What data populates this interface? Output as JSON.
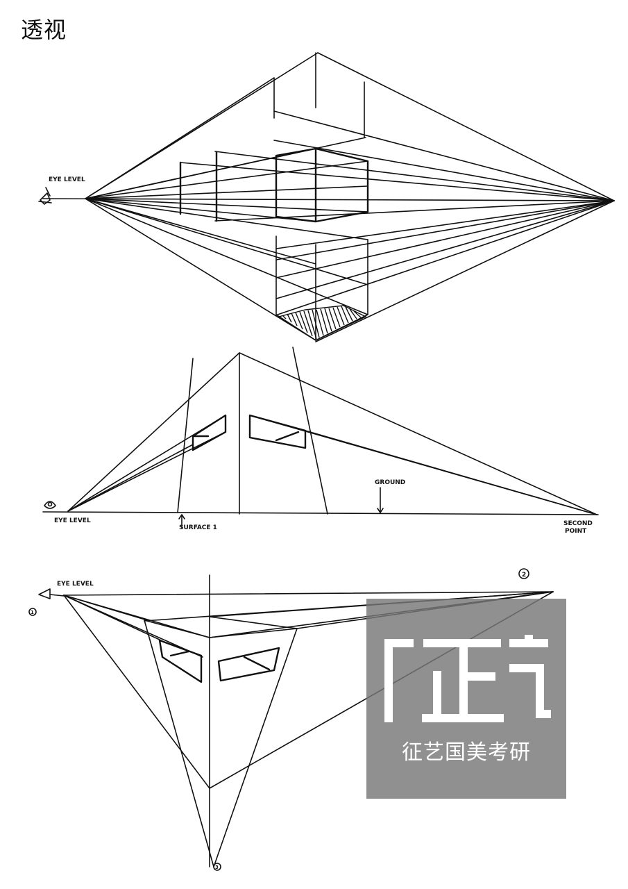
{
  "header": {
    "title": "透视"
  },
  "figure1": {
    "eye_level_label": "EYE LEVEL"
  },
  "figure2": {
    "eye_level_label": "EYE LEVEL",
    "ground_label": "GROUND",
    "surface_label": "SURFACE 1",
    "second_point_label_line1": "SECOND",
    "second_point_label_line2": "POINT"
  },
  "figure3": {
    "eye_level_label": "EYE LEVEL",
    "marker_1": "1",
    "marker_2": "2",
    "marker_3": "3"
  },
  "watermark": {
    "text": "征艺国美考研"
  }
}
